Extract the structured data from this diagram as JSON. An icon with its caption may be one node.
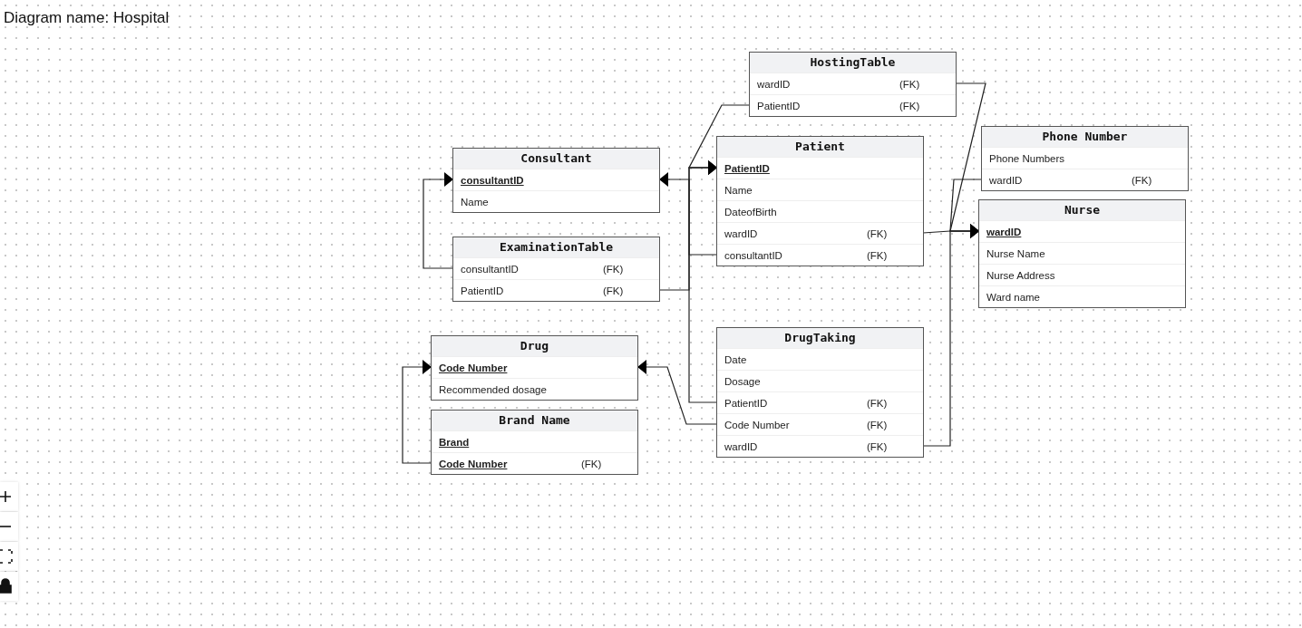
{
  "diagram": {
    "title": "Diagram name: Hospital",
    "nodes": [
      {
        "text": [
          "HostingTable"
        ]
      },
      {
        "text": [
          "wardID",
          "(FK)"
        ],
        "in": 0
      },
      {
        "text": [
          "PatientID",
          "(FK)"
        ],
        "in": 0
      },
      {
        "text": [
          "Consultant"
        ]
      },
      {
        "text": [
          "consultantID"
        ],
        "in": 3
      },
      {
        "text": [
          "Name"
        ],
        "in": 3
      },
      {
        "text": [
          "Patient"
        ]
      },
      {
        "text": [
          "PatientID"
        ],
        "in": 6
      },
      {
        "text": [
          "Name"
        ],
        "in": 6
      },
      {
        "text": [
          "DateofBirth"
        ],
        "in": 6
      },
      {
        "text": [
          "wardID",
          "(FK)"
        ],
        "in": 6
      },
      {
        "text": [
          "consultantID",
          "(FK)"
        ],
        "in": 6
      },
      {
        "text": [
          "Phone Number"
        ]
      },
      {
        "text": [
          "Phone Numbers"
        ],
        "in": 12
      },
      {
        "text": [
          "wardID",
          "(FK)"
        ],
        "in": 12
      },
      {
        "text": [
          "Nurse"
        ]
      },
      {
        "text": [
          "wardID"
        ],
        "in": 15
      },
      {
        "text": [
          "Nurse Name"
        ],
        "in": 15
      },
      {
        "text": [
          "Nurse Address"
        ],
        "in": 15
      },
      {
        "text": [
          "Ward name"
        ],
        "in": 15
      },
      {
        "text": [
          "ExaminationTable"
        ]
      },
      {
        "text": [
          "consultantID",
          "(FK)"
        ],
        "in": 20
      },
      {
        "text": [
          "PatientID",
          "(FK)"
        ],
        "in": 20
      },
      {
        "text": [
          "Drug"
        ]
      },
      {
        "text": [
          "Code Number"
        ],
        "in": 23
      },
      {
        "text": [
          "Recommended dosage"
        ],
        "in": 23
      },
      {
        "text": [
          "DrugTaking"
        ]
      },
      {
        "text": [
          "Date"
        ],
        "in": 26
      },
      {
        "text": [
          "Dosage"
        ],
        "in": 26
      },
      {
        "text": [
          "PatientID",
          "(FK)"
        ],
        "in": 26
      },
      {
        "text": [
          "Code Number",
          "(FK)"
        ],
        "in": 26
      },
      {
        "text": [
          "wardID",
          "(FK)"
        ],
        "in": 26
      },
      {
        "text": [
          "Brand Name"
        ]
      },
      {
        "text": [
          "Brand"
        ],
        "in": 32
      },
      {
        "text": [
          "Code Number",
          "(FK)"
        ],
        "in": 32
      }
    ],
    "edges": [
      {
        "from": 21,
        "to": 4,
        "arrow": "to"
      },
      {
        "from": 22,
        "to": 7,
        "arrow": "to"
      },
      {
        "from": 11,
        "to": 4,
        "arrow": "to"
      },
      {
        "from": 2,
        "to": 7,
        "arrow": "to"
      },
      {
        "from": 29,
        "to": 7,
        "arrow": "to"
      },
      {
        "from": 1,
        "to": 16,
        "arrow": "to"
      },
      {
        "from": 14,
        "to": 16,
        "arrow": "to"
      },
      {
        "from": 10,
        "to": 16,
        "arrow": "to"
      },
      {
        "from": 31,
        "to": 16,
        "arrow": "to"
      },
      {
        "from": 30,
        "to": 24,
        "arrow": "to"
      },
      {
        "from": 34,
        "to": 24,
        "arrow": "to"
      }
    ]
  }
}
